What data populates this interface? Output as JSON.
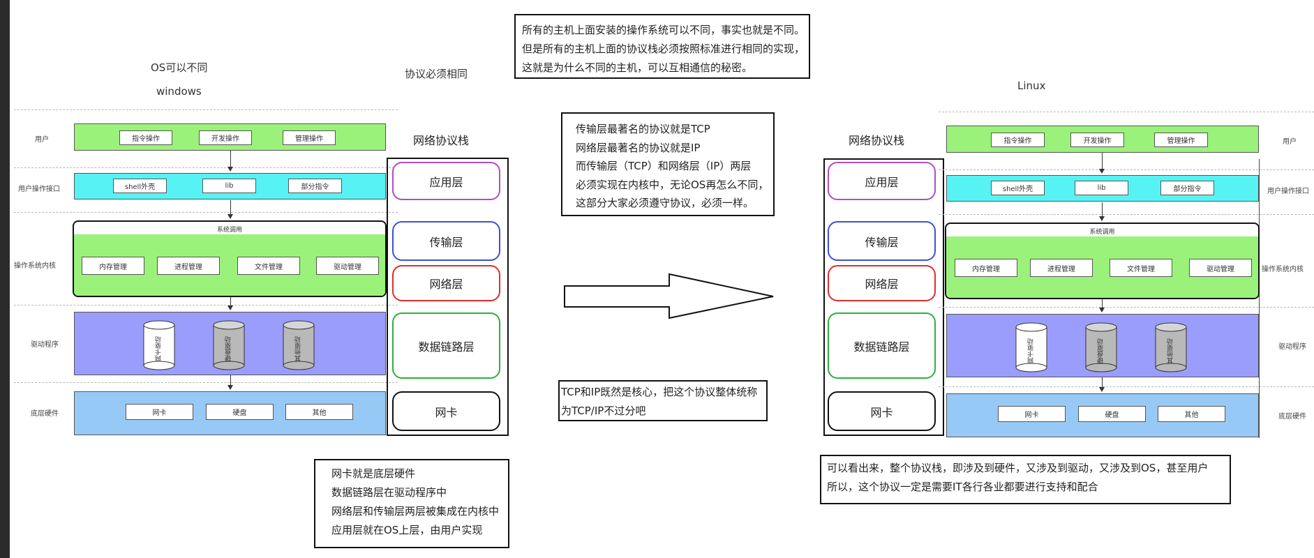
{
  "left_title": "OS可以不同",
  "left_os": "windows",
  "middle_title": "协议必须相同",
  "right_os": "Linux",
  "stack_title": "网络协议栈",
  "layers": {
    "row_user": "用户",
    "row_ui": "用户操作接口",
    "row_kernel": "操作系统内核",
    "row_driver": "驱动程序",
    "row_hw": "底层硬件"
  },
  "user_buttons": [
    "指令操作",
    "开发操作",
    "管理操作"
  ],
  "ui_buttons": [
    "shell外壳",
    "lib",
    "部分指令"
  ],
  "syscall": "系统调用",
  "kernel_buttons": [
    "内存管理",
    "进程管理",
    "文件管理",
    "驱动管理"
  ],
  "drivers": [
    "网卡驱动",
    "硬盘驱动",
    "其他驱动"
  ],
  "hardware": [
    "网卡",
    "硬盘",
    "其他"
  ],
  "protocol_layers": [
    "应用层",
    "传输层",
    "网络层",
    "数据链路层",
    "网卡"
  ],
  "colors": {
    "app": "#b04cc7",
    "transport": "#3f4fd6",
    "network": "#e02d2d",
    "datalink": "#2bb040",
    "nic": "#111111",
    "row_green": "#9bf27a",
    "row_cyan": "#57f3f4",
    "row_purple": "#9a9dfb",
    "row_blue": "#97c9f6"
  },
  "notes": {
    "top": [
      "所有的主机上面安装的操作系统可以不同，事实也就是不同。",
      "但是所有的主机上面的协议栈必须按照标准进行相同的实现，",
      "这就是为什么不同的主机，可以互相通信的秘密。"
    ],
    "center": [
      "传输层最著名的协议就是TCP",
      "网络层最著名的协议就是IP",
      "而传输层（TCP）和网络层（IP）两层",
      "必须实现在内核中，无论OS再怎么不同，",
      "这部分大家必须遵守协议，必须一样。"
    ],
    "tcpip": [
      "TCP和IP既然是核心，把这个协议整体统称",
      "为TCP/IP不过分吧"
    ],
    "bottom_left": [
      "网卡就是底层硬件",
      "数据链路层在驱动程序中",
      "网络层和传输层两层被集成在内核中",
      "应用层就在OS上层，由用户实现"
    ],
    "bottom_right": [
      "可以看出来，整个协议栈，即涉及到硬件，又涉及到驱动，又涉及到OS，甚至用户",
      "所以，这个协议一定是需要IT各行各业都要进行支持和配合"
    ]
  }
}
